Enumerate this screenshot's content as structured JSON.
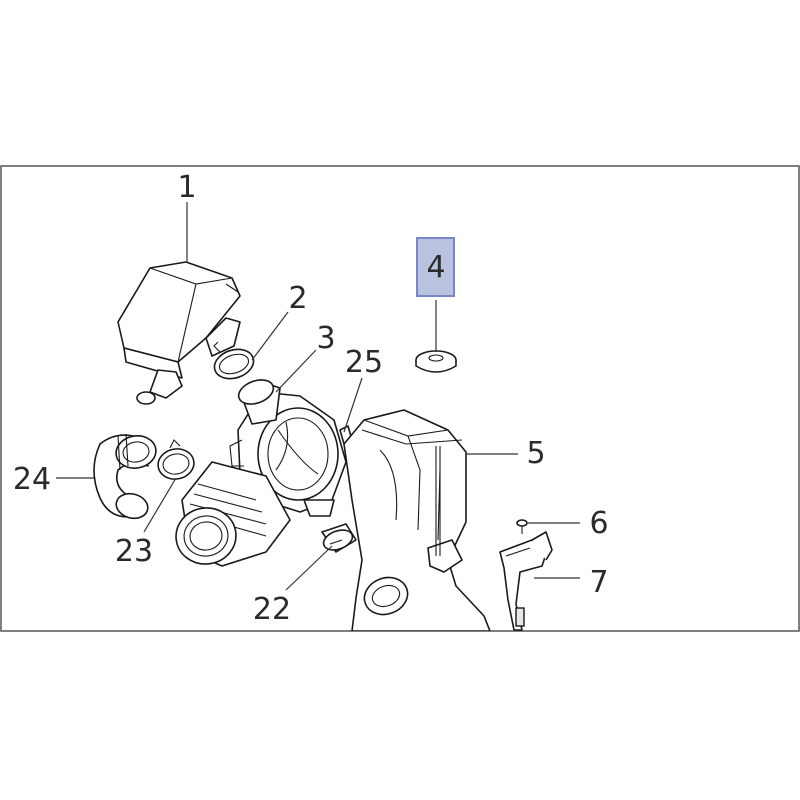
{
  "callouts": {
    "c1": "1",
    "c2": "2",
    "c3": "3",
    "c4": "4",
    "c5": "5",
    "c6": "6",
    "c7": "7",
    "c22": "22",
    "c23": "23",
    "c24": "24",
    "c25": "25"
  },
  "highlight": {
    "part": "4",
    "fill": "#b9c3e0",
    "border": "#7b85c9"
  },
  "colors": {
    "frame": "#555555",
    "line": "#1a1a1a"
  }
}
